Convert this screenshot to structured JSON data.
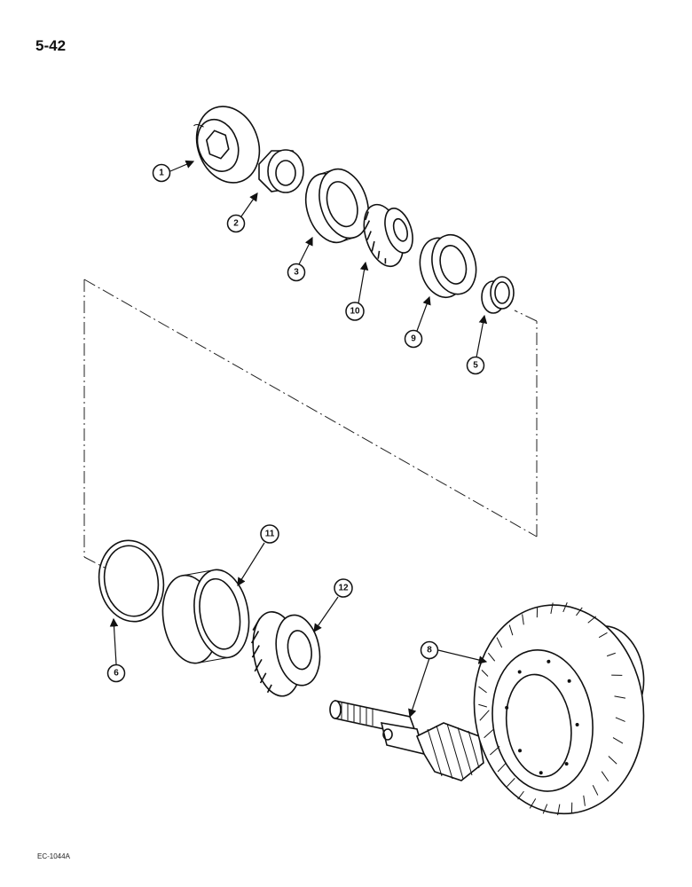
{
  "page": {
    "number": "5-42",
    "figure_code": "EC-1044A"
  },
  "callouts": [
    {
      "id": "c1",
      "label": "1"
    },
    {
      "id": "c2",
      "label": "2"
    },
    {
      "id": "c3",
      "label": "3"
    },
    {
      "id": "c10",
      "label": "10"
    },
    {
      "id": "c9",
      "label": "9"
    },
    {
      "id": "c5",
      "label": "5"
    },
    {
      "id": "c11",
      "label": "11"
    },
    {
      "id": "c12",
      "label": "12"
    },
    {
      "id": "c6",
      "label": "6"
    },
    {
      "id": "c8",
      "label": "8"
    }
  ]
}
